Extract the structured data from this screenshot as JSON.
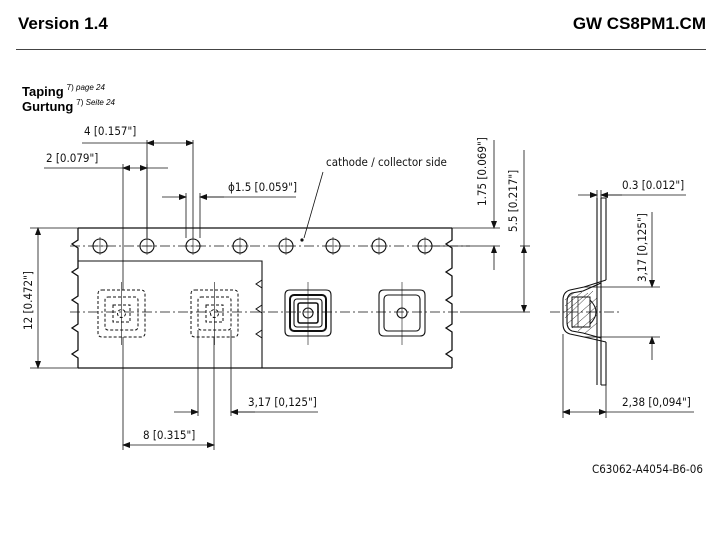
{
  "header": {
    "version": "Version 1.4",
    "part_number": "GW CS8PM1.CM"
  },
  "taping_en": {
    "label": "Taping",
    "ref_num": "7)",
    "ref_page": "page 24"
  },
  "taping_de": {
    "label": "Gurtung",
    "ref_num": "7)",
    "ref_page": "Seite 24"
  },
  "drawing": {
    "dim_pitch_sprocket": "4 [0.157\"]",
    "dim_hole_to_pocket": "2 [0.079\"]",
    "dim_hole_dia": "ϕ1.5 [0.059\"]",
    "note_cathode": "cathode / collector side",
    "dim_edge_to_holes": "1.75 [0.069\"]",
    "dim_hole_to_center": "5.5 [0.217\"]",
    "dim_tape_width": "12 [0.472\"]",
    "dim_pocket_x": "3,17 [0,125\"]",
    "dim_component_pitch": "8 [0.315\"]",
    "dim_cover_thickness": "0.3 [0.012\"]",
    "dim_pocket_y": "3,17 [0,125\"]",
    "dim_pocket_depth": "2,38 [0,094\"]",
    "drawing_id": "C63062-A4054-B6-06"
  }
}
